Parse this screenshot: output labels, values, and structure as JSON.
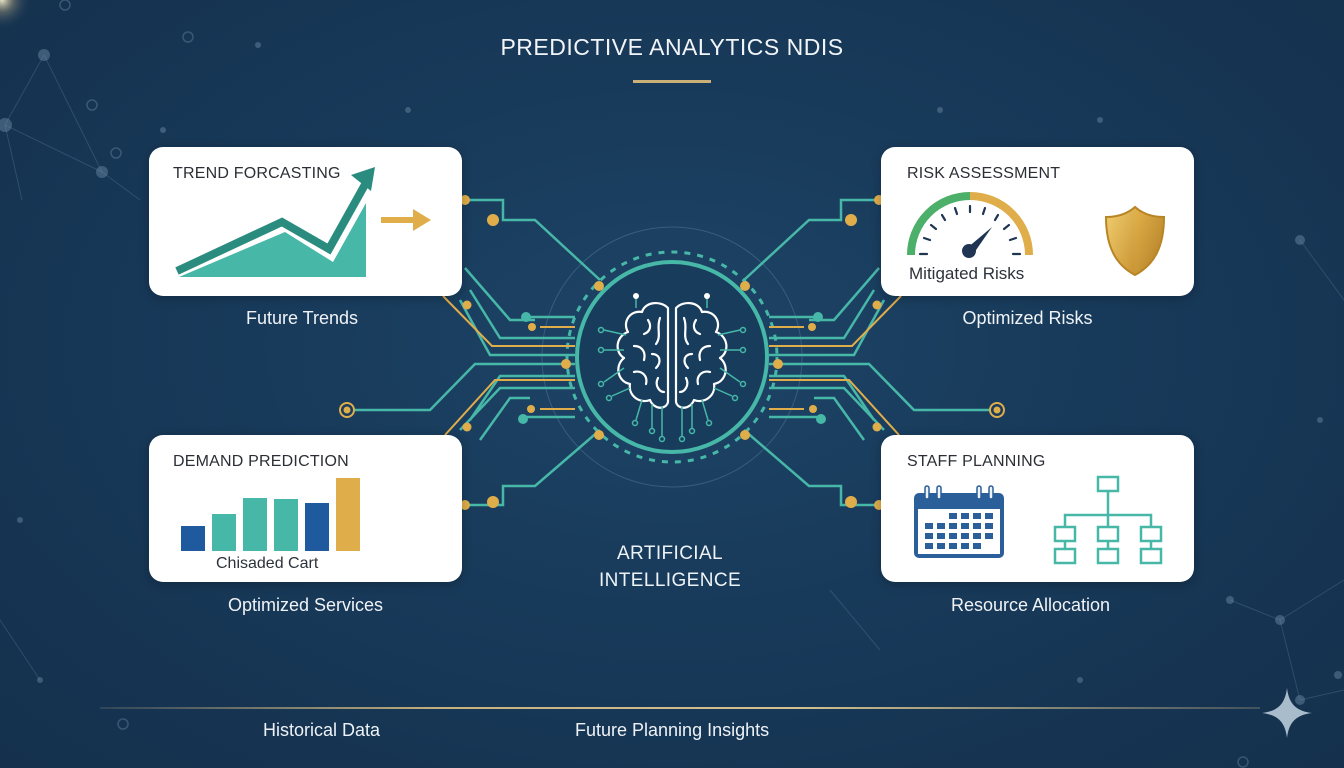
{
  "header": {
    "title": "PREDICTIVE ANALYTICS NDIS"
  },
  "center": {
    "label_line1": "ARTIFICIAL",
    "label_line2": "INTELLIGENCE",
    "icon": "brain-icon"
  },
  "cards": [
    {
      "id": "trend",
      "title": "TREND FORCASTING",
      "caption": "Future Trends",
      "icons": [
        "trend-chart-icon",
        "arrow-right-icon"
      ]
    },
    {
      "id": "risk",
      "title": "RISK ASSESSMENT",
      "inner_text": "Mitigated Risks",
      "caption": "Optimized Risks",
      "icons": [
        "gauge-icon",
        "shield-icon"
      ]
    },
    {
      "id": "demand",
      "title": "DEMAND PREDICTION",
      "inner_text": "Chisaded Cart",
      "caption": "Optimized Services",
      "icons": [
        "bar-chart-icon"
      ],
      "bars": [
        {
          "height": 25,
          "color": "#1f5a9e"
        },
        {
          "height": 37,
          "color": "#47b7a8"
        },
        {
          "height": 53,
          "color": "#47b7a8"
        },
        {
          "height": 52,
          "color": "#47b7a8"
        },
        {
          "height": 48,
          "color": "#1f5a9e"
        },
        {
          "height": 73,
          "color": "#e0ad4b"
        }
      ]
    },
    {
      "id": "staff",
      "title": "STAFF PLANNING",
      "caption": "Resource Allocation",
      "icons": [
        "calendar-icon",
        "org-chart-icon"
      ]
    }
  ],
  "footer": {
    "left": "Historical Data",
    "right": "Future Planning Insights",
    "icon": "sparkle-icon"
  },
  "colors": {
    "background": "#183a5a",
    "teal": "#47b7a8",
    "teal_dark": "#2a8c7e",
    "gold": "#e0ad4b",
    "navy": "#1f5a9e",
    "green": "#4caf6a",
    "card": "#ffffff"
  }
}
